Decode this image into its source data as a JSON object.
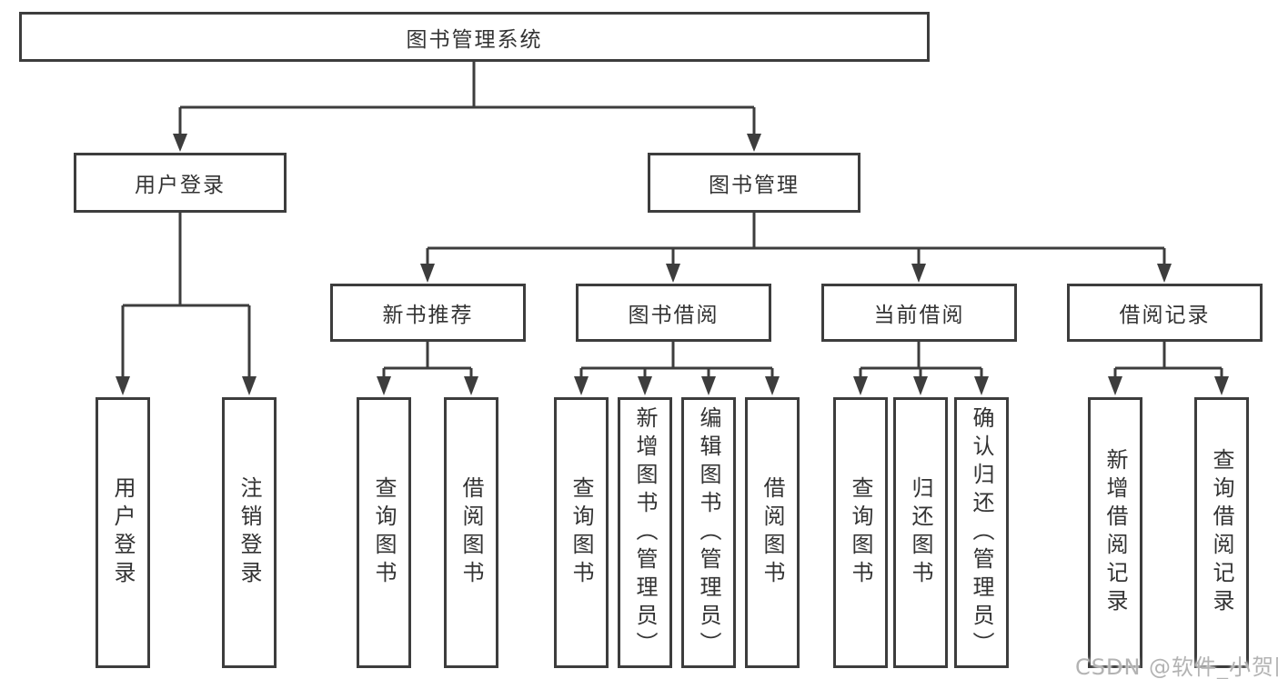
{
  "tree": {
    "label": "图书管理系统",
    "children": [
      {
        "label": "用户登录",
        "children": [
          {
            "label": "用户登录"
          },
          {
            "label": "注销登录"
          }
        ]
      },
      {
        "label": "图书管理",
        "children": [
          {
            "label": "新书推荐",
            "children": [
              {
                "label": "查询图书"
              },
              {
                "label": "借阅图书"
              }
            ]
          },
          {
            "label": "图书借阅",
            "children": [
              {
                "label": "查询图书"
              },
              {
                "label": "新增图书（管理员）"
              },
              {
                "label": "编辑图书（管理员）"
              },
              {
                "label": "借阅图书"
              }
            ]
          },
          {
            "label": "当前借阅",
            "children": [
              {
                "label": "查询图书"
              },
              {
                "label": "归还图书"
              },
              {
                "label": "确认归还（管理员）"
              }
            ]
          },
          {
            "label": "借阅记录",
            "children": [
              {
                "label": "新增借阅记录"
              },
              {
                "label": "查询借阅记录"
              }
            ]
          }
        ]
      }
    ]
  },
  "watermark": {
    "text": "CSDN @软件_小贺同学"
  },
  "colors": {
    "line": "#3d3d3d",
    "border": "#3d3d3d",
    "text": "#333333",
    "watermark": "#b3b3b3",
    "background": "#ffffff"
  }
}
